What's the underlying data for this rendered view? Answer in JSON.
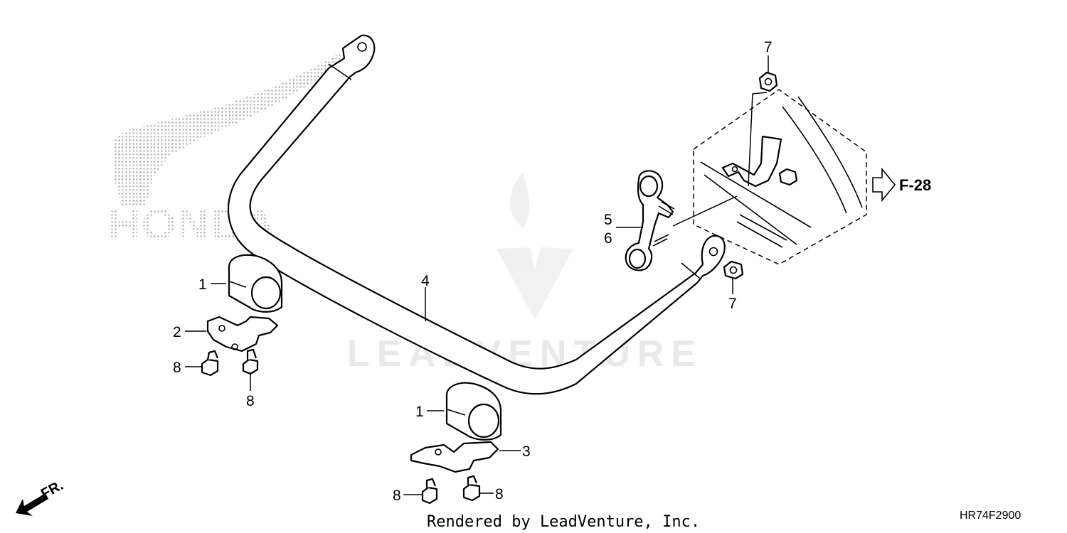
{
  "brand_logo": {
    "text": "HONDA",
    "icon": "honda-wing-logo"
  },
  "watermark": {
    "text": "LEADVENTURE",
    "icon": "flame-v-logo"
  },
  "callouts": {
    "bushing_left": "1",
    "bushing_right": "1",
    "holder_left": "2",
    "holder_right": "3",
    "stabilizer_bar": "4",
    "link_upper": "5",
    "link_lower": "6",
    "nut_top": "7",
    "nut_bottom": "7",
    "bolt_a": "8",
    "bolt_b": "8",
    "bolt_c": "8",
    "bolt_d": "8"
  },
  "reference": {
    "label": "F-28",
    "icon": "hollow-arrow-right-icon"
  },
  "front_marker": {
    "label": "FR.",
    "icon": "front-arrow-icon"
  },
  "footer": {
    "rendered_by": "Rendered by LeadVenture, Inc.",
    "diagram_code": "HR74F2900"
  },
  "colors": {
    "line": "#000000",
    "watermark": "#e9e9e9",
    "honda_dots": "#9a9a9a"
  }
}
